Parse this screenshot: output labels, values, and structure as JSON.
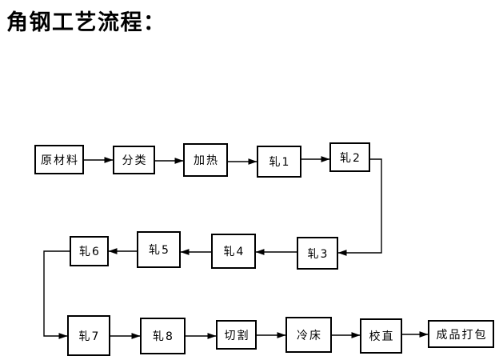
{
  "title": "角钢工艺流程：",
  "diagram": {
    "nodes": [
      {
        "id": "raw-material",
        "label": "原材料"
      },
      {
        "id": "sorting",
        "label": "分类"
      },
      {
        "id": "heating",
        "label": "加热"
      },
      {
        "id": "roll-1",
        "label": "轧1"
      },
      {
        "id": "roll-2",
        "label": "轧2"
      },
      {
        "id": "roll-3",
        "label": "轧3"
      },
      {
        "id": "roll-4",
        "label": "轧4"
      },
      {
        "id": "roll-5",
        "label": "轧5"
      },
      {
        "id": "roll-6",
        "label": "轧6"
      },
      {
        "id": "roll-7",
        "label": "轧7"
      },
      {
        "id": "roll-8",
        "label": "轧8"
      },
      {
        "id": "cutting",
        "label": "切割"
      },
      {
        "id": "cooling-bed",
        "label": "冷床"
      },
      {
        "id": "straightening",
        "label": "校直"
      },
      {
        "id": "packing",
        "label": "成品打包"
      }
    ],
    "flow_sequence": [
      "原材料",
      "分类",
      "加热",
      "轧1",
      "轧2",
      "轧3",
      "轧4",
      "轧5",
      "轧6",
      "轧7",
      "轧8",
      "切割",
      "冷床",
      "校直",
      "成品打包"
    ]
  },
  "colors": {
    "line": "#000000",
    "text": "#000000",
    "background": "#ffffff"
  }
}
